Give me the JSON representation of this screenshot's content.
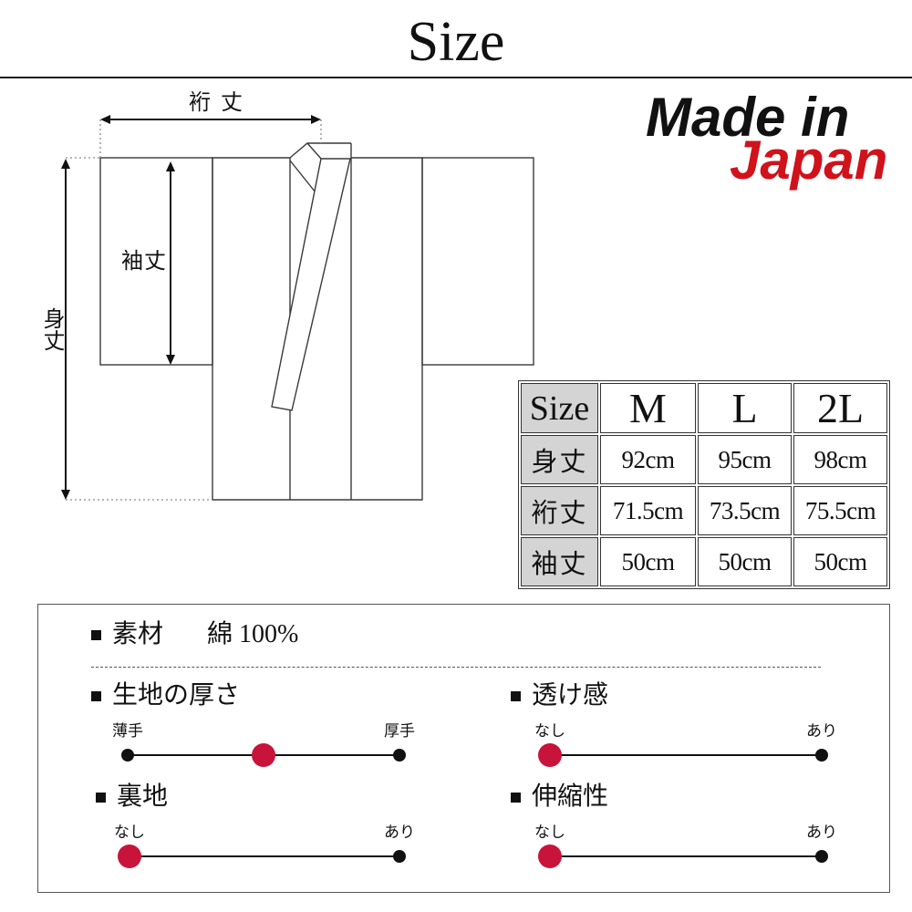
{
  "title": "Size",
  "badge": {
    "line1": "Made in",
    "line2": "Japan"
  },
  "diagram": {
    "labels": {
      "yuki_length": "裄丈",
      "sleeve_length": "袖丈",
      "body_length": "身丈"
    }
  },
  "size_table": {
    "header": [
      "Size",
      "M",
      "L",
      "2L"
    ],
    "rows": [
      {
        "label": "身丈",
        "values": [
          "92cm",
          "95cm",
          "98cm"
        ]
      },
      {
        "label": "裄丈",
        "values": [
          "71.5cm",
          "73.5cm",
          "75.5cm"
        ]
      },
      {
        "label": "袖丈",
        "values": [
          "50cm",
          "50cm",
          "50cm"
        ]
      }
    ]
  },
  "specs": {
    "material": {
      "label": "素材",
      "value": "綿 100%"
    },
    "scales": [
      {
        "label": "生地の厚さ",
        "left": "薄手",
        "right": "厚手",
        "level": 0.5
      },
      {
        "label": "透け感",
        "left": "なし",
        "right": "あり",
        "level": 0
      },
      {
        "label": "裏地",
        "left": "なし",
        "right": "あり",
        "level": 0
      },
      {
        "label": "伸縮性",
        "left": "なし",
        "right": "あり",
        "level": 0
      }
    ]
  },
  "icons": {
    "bullet": "square-bullet-icon",
    "scale_marker": "red-circle-marker-icon",
    "scale_end": "black-dot-icon"
  },
  "colors": {
    "japan_red": "#d0121b",
    "marker_red": "#c8143a",
    "header_cell": "#d4d4d4",
    "line": "#111111"
  }
}
